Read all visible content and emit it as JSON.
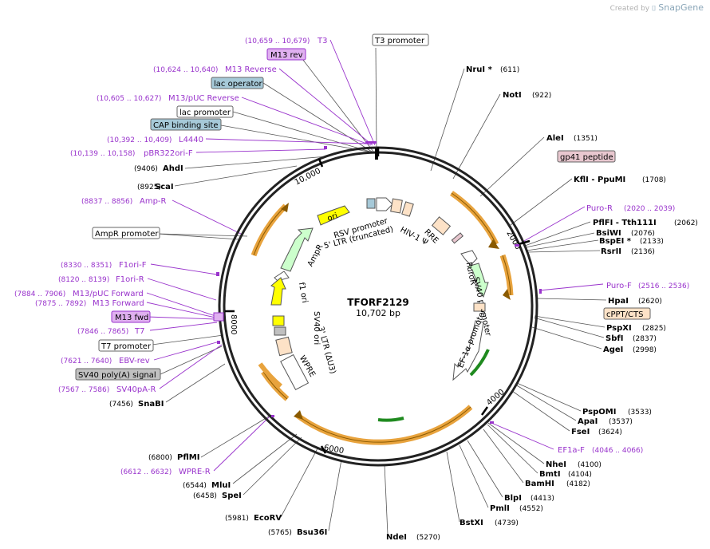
{
  "credit": {
    "prefix": "Created by",
    "brand": "SnapGene"
  },
  "plasmid": {
    "name": "TFORF2129",
    "size": "10,702 bp"
  },
  "ticks": [
    "10,000",
    "2000",
    "4000",
    "6000",
    "8000"
  ],
  "sites_right": [
    {
      "name": "NruI *",
      "pos": "(611)"
    },
    {
      "name": "NotI",
      "pos": "(922)"
    },
    {
      "name": "AleI",
      "pos": "(1351)"
    },
    {
      "name": "KflI - PpuMI",
      "pos": "(1708)"
    },
    {
      "name": "PflFI - Tth111I",
      "pos": "(2062)"
    },
    {
      "name": "BsiWI",
      "pos": "(2076)"
    },
    {
      "name": "BspEI *",
      "pos": "(2133)"
    },
    {
      "name": "RsrII",
      "pos": "(2136)"
    },
    {
      "name": "HpaI",
      "pos": "(2620)"
    },
    {
      "name": "PspXI",
      "pos": "(2825)"
    },
    {
      "name": "SbfI",
      "pos": "(2837)"
    },
    {
      "name": "AgeI",
      "pos": "(2998)"
    },
    {
      "name": "PspOMI",
      "pos": "(3533)"
    },
    {
      "name": "ApaI",
      "pos": "(3537)"
    },
    {
      "name": "FseI",
      "pos": "(3624)"
    },
    {
      "name": "NheI",
      "pos": "(4100)"
    },
    {
      "name": "BmtI",
      "pos": "(4104)"
    },
    {
      "name": "BamHI",
      "pos": "(4182)"
    },
    {
      "name": "BlpI",
      "pos": "(4413)"
    },
    {
      "name": "PmlI",
      "pos": "(4552)"
    },
    {
      "name": "BstXI",
      "pos": "(4739)"
    },
    {
      "name": "NdeI",
      "pos": "(5270)"
    }
  ],
  "sites_left": [
    {
      "name": "AhdI",
      "pos": "(9406)"
    },
    {
      "name": "ScaI",
      "pos": "(8925)"
    },
    {
      "name": "SnaBI",
      "pos": "(7456)"
    },
    {
      "name": "PflMI",
      "pos": "(6800)"
    },
    {
      "name": "MluI",
      "pos": "(6544)"
    },
    {
      "name": "SpeI",
      "pos": "(6458)"
    },
    {
      "name": "EcoRV",
      "pos": "(5981)"
    },
    {
      "name": "Bsu36I",
      "pos": "(5765)"
    }
  ],
  "primers_right": [
    {
      "name": "Puro-R",
      "coord": "(2020 .. 2039)"
    },
    {
      "name": "Puro-F",
      "coord": "(2516 .. 2536)"
    },
    {
      "name": "EF1a-F",
      "coord": "(4046 .. 4066)"
    }
  ],
  "primers_left": [
    {
      "name": "T3",
      "coord": "(10,659 .. 10,679)"
    },
    {
      "name": "M13 Reverse",
      "coord": "(10,624 .. 10,640)"
    },
    {
      "name": "M13/pUC Reverse",
      "coord": "(10,605 .. 10,627)"
    },
    {
      "name": "L4440",
      "coord": "(10,392 .. 10,409)"
    },
    {
      "name": "pBR322ori-F",
      "coord": "(10,139 .. 10,158)"
    },
    {
      "name": "Amp-R",
      "coord": "(8837 .. 8856)"
    },
    {
      "name": "F1ori-F",
      "coord": "(8330 .. 8351)"
    },
    {
      "name": "F1ori-R",
      "coord": "(8120 .. 8139)"
    },
    {
      "name": "M13/pUC Forward",
      "coord": "(7884 .. 7906)"
    },
    {
      "name": "M13 Forward",
      "coord": "(7875 .. 7892)"
    },
    {
      "name": "T7",
      "coord": "(7846 .. 7865)"
    },
    {
      "name": "EBV-rev",
      "coord": "(7621 .. 7640)"
    },
    {
      "name": "SV40pA-R",
      "coord": "(7567 .. 7586)"
    },
    {
      "name": "WPRE-R",
      "coord": "(6612 .. 6632)"
    }
  ],
  "boxes": {
    "t3_promoter": "T3 promoter",
    "m13_rev": "M13 rev",
    "lac_operator": "lac operator",
    "lac_promoter": "lac promoter",
    "cap_site": "CAP binding site",
    "gp41": "gp41 peptide",
    "cppt": "cPPT/CTS",
    "ampr_promoter": "AmpR promoter",
    "m13_fwd": "M13 fwd",
    "t7_promoter": "T7 promoter",
    "sv40_polya": "SV40 poly(A) signal"
  },
  "inner": {
    "ori": "ori",
    "rsv": "RSV promoter",
    "ltr5": "5' LTR (truncated)",
    "hiv": "HIV-1 Ψ",
    "rre": "RRE",
    "ampr": "AmpR",
    "f1ori": "f1 ori",
    "sv40ori": "SV40 ori",
    "ltr3": "3' LTR (ΔU3)",
    "wpre": "WPRE",
    "puror": "PuroR",
    "sv40prom": "SV40 promoter",
    "ef1a": "EF-1α promoter"
  },
  "colors": {
    "primer": "#9933cc",
    "orf": "#e8a33d",
    "ori_feature": "#ffff00",
    "ampr_feature": "#ccffcc",
    "lac_box": "#a6c9d8",
    "primer_box": "#e0b0f0",
    "misc_box": "#fde2c7",
    "gp41_box": "#e8c7cf",
    "polya_box": "#c0c0c0"
  }
}
